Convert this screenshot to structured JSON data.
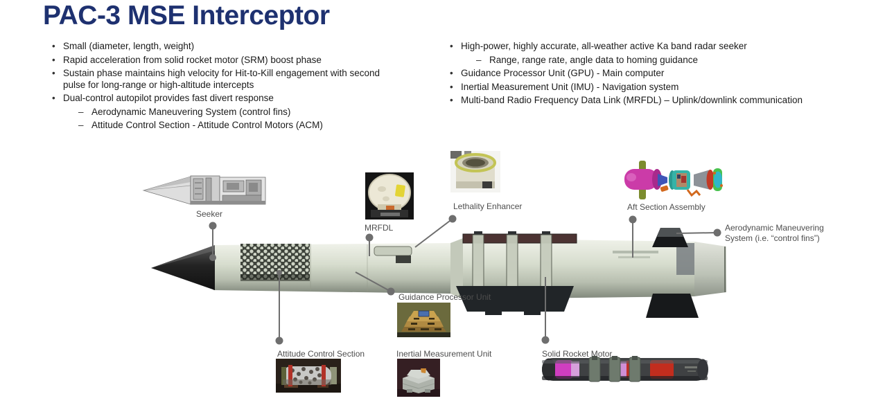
{
  "title": "PAC-3 MSE Interceptor",
  "bullets_left": [
    {
      "level": 1,
      "text": "Small (diameter, length, weight)"
    },
    {
      "level": 1,
      "text": "Rapid acceleration from solid rocket motor (SRM) boost phase"
    },
    {
      "level": 1,
      "text": "Sustain phase maintains high velocity for Hit-to-Kill engagement with second pulse for long-range or high-altitude intercepts"
    },
    {
      "level": 1,
      "text": "Dual-control autopilot provides fast divert response"
    },
    {
      "level": 2,
      "text": "Aerodynamic Maneuvering System (control fins)"
    },
    {
      "level": 2,
      "text": "Attitude Control Section - Attitude Control Motors (ACM)"
    }
  ],
  "bullets_right": [
    {
      "level": 1,
      "text": "High-power, highly accurate, all-weather active Ka band radar seeker"
    },
    {
      "level": 2,
      "text": "Range, range rate, angle data to homing guidance"
    },
    {
      "level": 1,
      "text": "Guidance Processor Unit (GPU) - Main computer"
    },
    {
      "level": 1,
      "text": "Inertial Measurement Unit (IMU) - Navigation system"
    },
    {
      "level": 1,
      "text": "Multi-band Radio Frequency Data Link (MRFDL) – Uplink/downlink communication"
    }
  ],
  "diagram": {
    "labels": {
      "seeker": "Seeker",
      "mrfdl": "MRFDL",
      "lethality_enhancer": "Lethality Enhancer",
      "aft_section_assembly": "Aft Section Assembly",
      "aerodynamic_maneuvering_line1": "Aerodynamic Maneuvering",
      "aerodynamic_maneuvering_line2": "System (i.e. “control fins”)",
      "guidance_processor_unit": "Guidance Processor Unit",
      "attitude_control_section": "Attitude Control Section",
      "inertial_measurement_unit": "Inertial Measurement Unit",
      "solid_rocket_motor": "Solid Rocket Motor"
    }
  },
  "colors": {
    "title_navy": "#1e3170",
    "body_text": "#1a1a1a",
    "label_gray": "#4d4d4d",
    "leader_gray": "#6e6e6e",
    "missile_body_light": "#dfe3d7",
    "missile_body_shadow": "#878e80",
    "nose_black": "#1c1c1c",
    "honeycomb_dark": "#3f443c",
    "rail_dark": "#212528",
    "srm_magenta": "#cf3ec0",
    "srm_red": "#c22d1e",
    "background": "#ffffff"
  }
}
